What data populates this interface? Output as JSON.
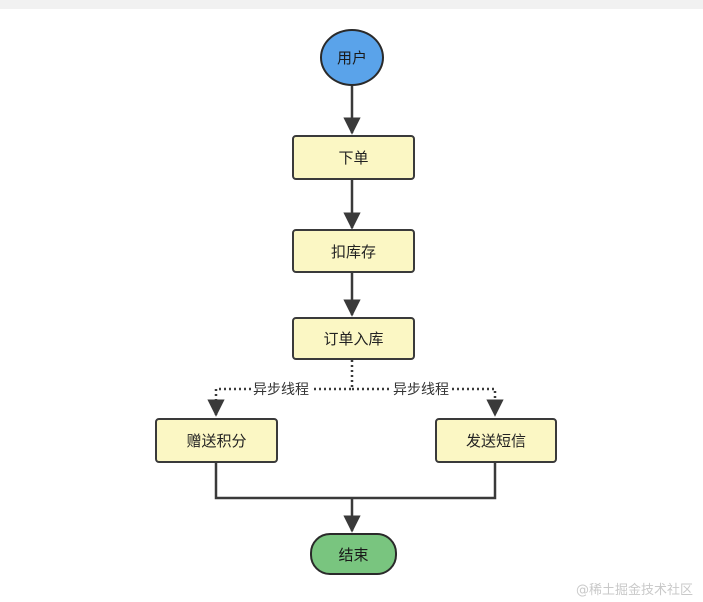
{
  "nodes": {
    "user": "用户",
    "order": "下单",
    "deduct_stock": "扣库存",
    "order_save": "订单入库",
    "points": "赠送积分",
    "sms": "发送短信",
    "end": "结束"
  },
  "edges": {
    "left_label": "异步线程",
    "right_label": "异步线程"
  },
  "colors": {
    "start_fill": "#5aa3ea",
    "process_fill": "#fbf7c4",
    "end_fill": "#79c57f"
  },
  "watermark": "@稀土掘金技术社区"
}
